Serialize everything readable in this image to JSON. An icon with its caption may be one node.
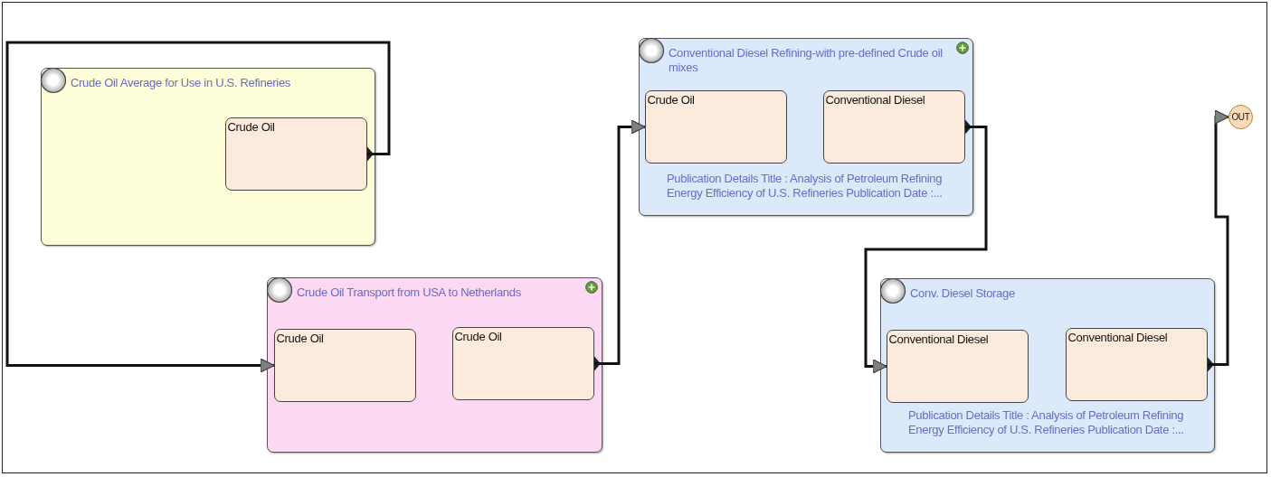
{
  "diagram": {
    "nodes": [
      {
        "text": [
          "Crude Oil Average for Use in U.S. Refineries"
        ]
      },
      {
        "text": [
          "Crude Oil"
        ],
        "in": 0
      },
      {
        "text": [
          "Crude Oil Transport from USA to Netherlands"
        ]
      },
      {
        "text": [
          "Crude Oil"
        ],
        "in": 2
      },
      {
        "text": [
          "Crude Oil"
        ],
        "in": 2
      },
      {
        "text": [
          "Conventional Diesel Refining-with pre-defined Crude oil mixes",
          "Publication Details Title : Analysis of Petroleum Refining Energy Efficiency of U.S. Refineries Publication Date :..."
        ]
      },
      {
        "text": [
          "Crude Oil"
        ],
        "in": 5
      },
      {
        "text": [
          "Conventional Diesel"
        ],
        "in": 5
      },
      {
        "text": [
          "Conv. Diesel Storage",
          "Publication Details Title : Analysis of Petroleum Refining Energy Efficiency of U.S. Refineries Publication Date :..."
        ]
      },
      {
        "text": [
          "Conventional Diesel"
        ],
        "in": 8
      },
      {
        "text": [
          "Conventional Diesel"
        ],
        "in": 8
      },
      {
        "text": [
          "OUT"
        ]
      }
    ],
    "edges": [
      {
        "from": 1,
        "to": 3,
        "arrow": "to"
      },
      {
        "from": 4,
        "to": 6,
        "arrow": "to"
      },
      {
        "from": 7,
        "to": 9,
        "arrow": "to"
      },
      {
        "from": 10,
        "to": 11,
        "arrow": "to"
      }
    ]
  }
}
